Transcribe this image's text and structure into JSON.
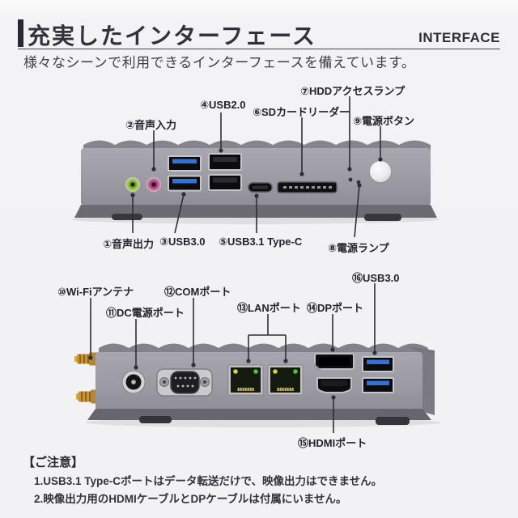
{
  "header": {
    "title": "充実したインターフェース",
    "title_en": "INTERFACE",
    "subtitle": "様々なシーンで利用できるインターフェースを備えています。"
  },
  "callouts": {
    "c1": "①音声出力",
    "c2": "②音声入力",
    "c3": "③USB3.0",
    "c4": "④USB2.0",
    "c5": "⑤USB3.1 Type-C",
    "c6": "⑥SDカードリーダー",
    "c7": "⑦HDDアクセスランプ",
    "c8": "⑧電源ランプ",
    "c9": "⑨電源ボタン",
    "c10": "⑩Wi-Fiアンテナ",
    "c11": "⑪DC電源ポート",
    "c12": "⑫COMポート",
    "c13": "⑬LANポート",
    "c14": "⑭DPポート",
    "c15": "⑮HDMIポート",
    "c16": "⑯USB3.0"
  },
  "notes": {
    "heading": "【ご注意】",
    "item1": "1.USB3.1 Type-Cポートはデータ転送だけで、映像出力はできません。",
    "item2": "2.映像出力用のHDMIケーブルとDPケーブルは付属にいません。"
  },
  "colors": {
    "usb3_blue": "#2f72da",
    "audio_out_green": "#9bc84e",
    "audio_in_pink": "#c95f9b",
    "antenna_gold": "#c89238",
    "lan_led_yellow": "#d2d43a",
    "lan_led_green": "#46c72e",
    "device_body_gray": "#9d9ba3",
    "text_dark": "#26262e"
  }
}
